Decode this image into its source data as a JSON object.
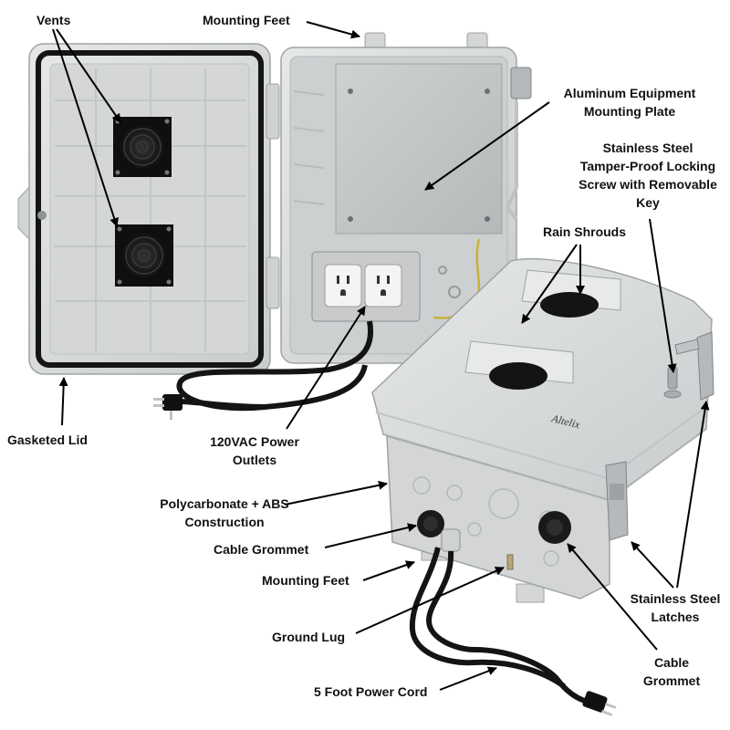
{
  "labels": {
    "vents": "Vents",
    "mounting_feet_top": "Mounting Feet",
    "aluminum_plate": [
      "Aluminum Equipment",
      "Mounting Plate"
    ],
    "locking_screw": [
      "Stainless Steel",
      "Tamper-Proof Locking",
      "Screw with Removable",
      "Key"
    ],
    "rain_shrouds": "Rain Shrouds",
    "gasketed_lid": "Gasketed Lid",
    "power_outlets": [
      "120VAC Power",
      "Outlets"
    ],
    "construction": [
      "Polycarbonate + ABS",
      "Construction"
    ],
    "cable_grommet_left": "Cable Grommet",
    "mounting_feet_bottom": "Mounting Feet",
    "latches": [
      "Stainless Steel",
      "Latches"
    ],
    "ground_lug": "Ground Lug",
    "cable_grommet_right": [
      "Cable",
      "Grommet"
    ],
    "power_cord": "5 Foot Power Cord"
  },
  "product": {
    "brand_logo_text": "Altelix"
  },
  "colors": {
    "enclosure": "#d9dbdb",
    "enclosure_shadow": "#b9bcbd",
    "plate": "#c4c6c7",
    "gasket": "#151515",
    "fan": "#1a1a1a",
    "cord": "#141414",
    "latch": "#a9adb0",
    "arrow": "#000000"
  }
}
